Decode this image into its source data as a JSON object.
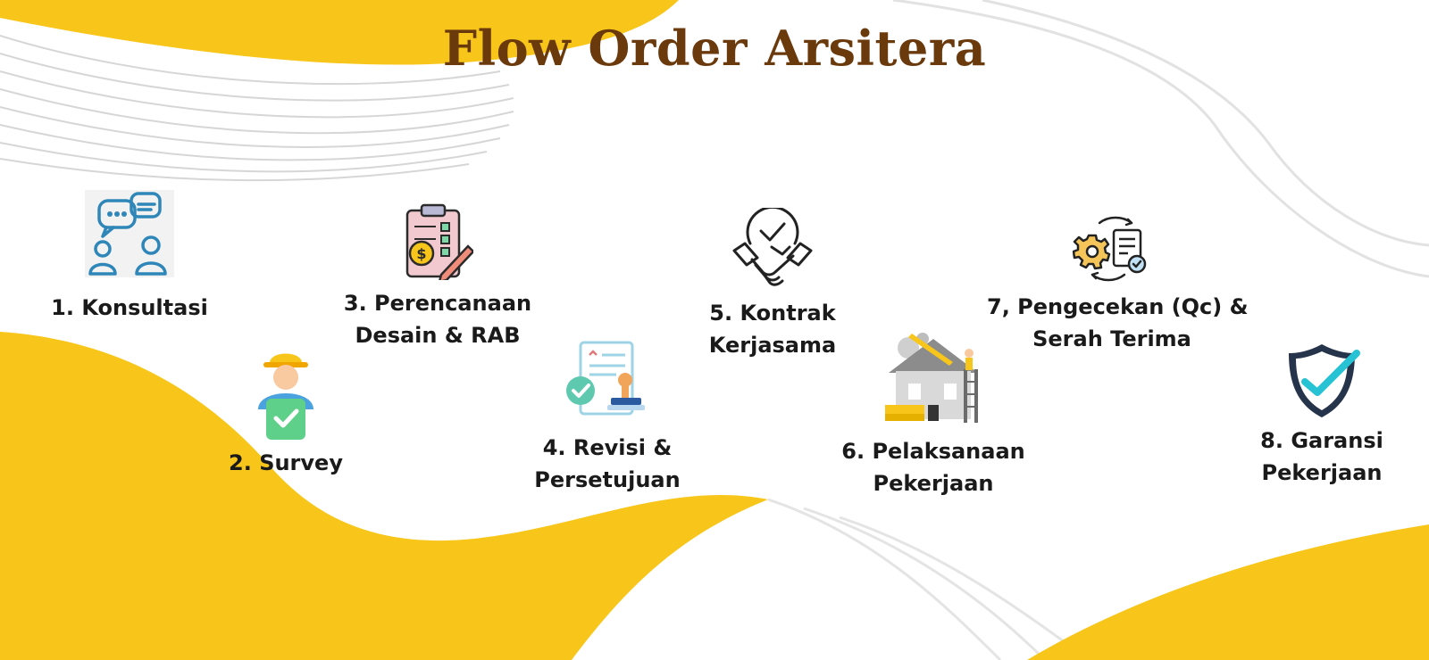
{
  "title": "Flow Order Arsitera",
  "colors": {
    "title": "#6b3a0c",
    "accent_yellow": "#f8c61a",
    "label": "#1a1a1a",
    "icon_blue": "#2f86b8"
  },
  "steps": [
    {
      "lines": [
        "1. Konsultasi"
      ],
      "icon": "consultation-chat-icon"
    },
    {
      "lines": [
        "2. Survey"
      ],
      "icon": "surveyor-worker-icon"
    },
    {
      "lines": [
        "3. Perencanaan",
        "Desain &  RAB"
      ],
      "icon": "clipboard-budget-icon"
    },
    {
      "lines": [
        "4. Revisi &",
        "Persetujuan"
      ],
      "icon": "approval-stamp-icon"
    },
    {
      "lines": [
        "5. Kontrak",
        "Kerjasama"
      ],
      "icon": "handshake-contract-icon"
    },
    {
      "lines": [
        "6. Pelaksanaan",
        "Pekerjaan"
      ],
      "icon": "house-construction-icon"
    },
    {
      "lines": [
        "7, Pengecekan (Qc) &",
        "Serah Terima"
      ],
      "icon": "quality-check-gear-icon"
    },
    {
      "lines": [
        "8. Garansi",
        "Pekerjaan"
      ],
      "icon": "shield-check-icon"
    }
  ]
}
